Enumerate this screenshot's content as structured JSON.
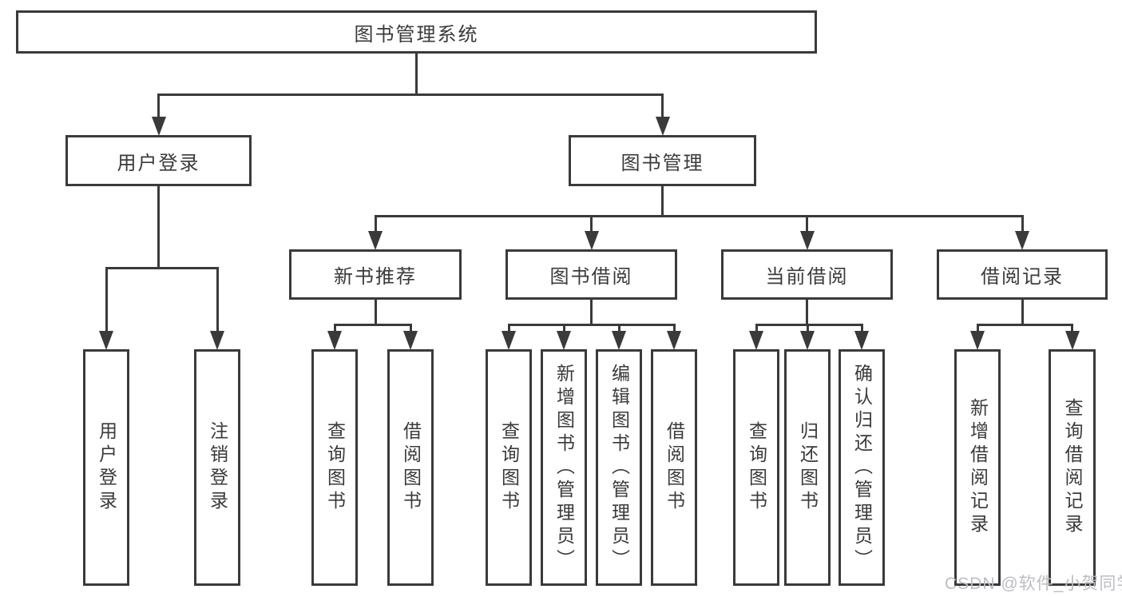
{
  "diagram": {
    "title": "图书管理系统",
    "nodes": [
      {
        "id": "root",
        "label": "图书管理系统",
        "children": [
          "user-login",
          "book-mgmt"
        ]
      },
      {
        "id": "user-login",
        "label": "用户登录",
        "children": [
          "leaf-user-login",
          "leaf-logout"
        ]
      },
      {
        "id": "book-mgmt",
        "label": "图书管理",
        "children": [
          "new-book-rec",
          "book-borrow",
          "current-borrow",
          "borrow-records"
        ]
      },
      {
        "id": "new-book-rec",
        "label": "新书推荐",
        "children": [
          "leaf-nb-query",
          "leaf-nb-borrow"
        ]
      },
      {
        "id": "book-borrow",
        "label": "图书借阅",
        "children": [
          "leaf-bb-query",
          "leaf-bb-add",
          "leaf-bb-edit",
          "leaf-bb-borrow"
        ]
      },
      {
        "id": "current-borrow",
        "label": "当前借阅",
        "children": [
          "leaf-cb-query",
          "leaf-cb-return",
          "leaf-cb-confirm"
        ]
      },
      {
        "id": "borrow-records",
        "label": "借阅记录",
        "children": [
          "leaf-br-add",
          "leaf-br-query"
        ]
      },
      {
        "id": "leaf-user-login",
        "label": "用户登录",
        "children": []
      },
      {
        "id": "leaf-logout",
        "label": "注销登录",
        "children": []
      },
      {
        "id": "leaf-nb-query",
        "label": "查询图书",
        "children": []
      },
      {
        "id": "leaf-nb-borrow",
        "label": "借阅图书",
        "children": []
      },
      {
        "id": "leaf-bb-query",
        "label": "查询图书",
        "children": []
      },
      {
        "id": "leaf-bb-add",
        "label": "新增图书（管理员）",
        "children": []
      },
      {
        "id": "leaf-bb-edit",
        "label": "编辑图书（管理员）",
        "children": []
      },
      {
        "id": "leaf-bb-borrow",
        "label": "借阅图书",
        "children": []
      },
      {
        "id": "leaf-cb-query",
        "label": "查询图书",
        "children": []
      },
      {
        "id": "leaf-cb-return",
        "label": "归还图书",
        "children": []
      },
      {
        "id": "leaf-cb-confirm",
        "label": "确认归还（管理员）",
        "children": []
      },
      {
        "id": "leaf-br-add",
        "label": "新增借阅记录",
        "children": []
      },
      {
        "id": "leaf-br-query",
        "label": "查询借阅记录",
        "children": []
      }
    ]
  },
  "watermark": {
    "text": "CSDN @软件_小贺同学"
  },
  "colors": {
    "line": "#3a3a3a",
    "text": "#3a3a3a",
    "background": "#ffffff",
    "watermark": "#bdbdc2"
  }
}
